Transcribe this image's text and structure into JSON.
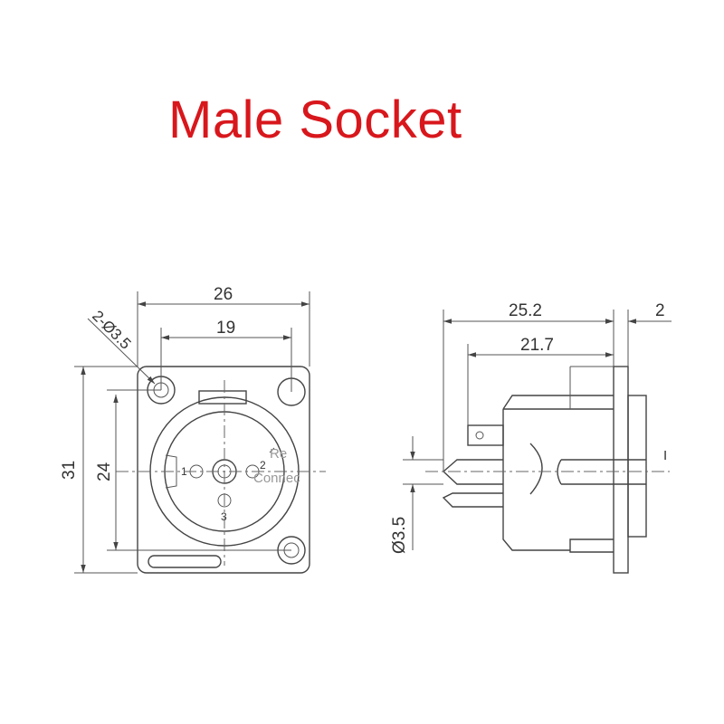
{
  "title": "Male Socket",
  "colors": {
    "title": "#d8171c",
    "line": "#444444"
  },
  "front_view": {
    "dimensions": {
      "width_overall": "26",
      "hole_spacing": "19",
      "height_overall": "31",
      "height_holes": "24",
      "mount_holes": "2-Ø3.5"
    },
    "pins": {
      "pin1": "1",
      "pin2": "2",
      "pin3": "3"
    },
    "watermark": {
      "line1": "Re",
      "line2": "Connec"
    }
  },
  "side_view": {
    "dimensions": {
      "depth_overall": "25.2",
      "panel_thickness": "2",
      "depth_body": "21.7",
      "pin_diameter": "Ø3.5"
    },
    "marker": "I"
  }
}
